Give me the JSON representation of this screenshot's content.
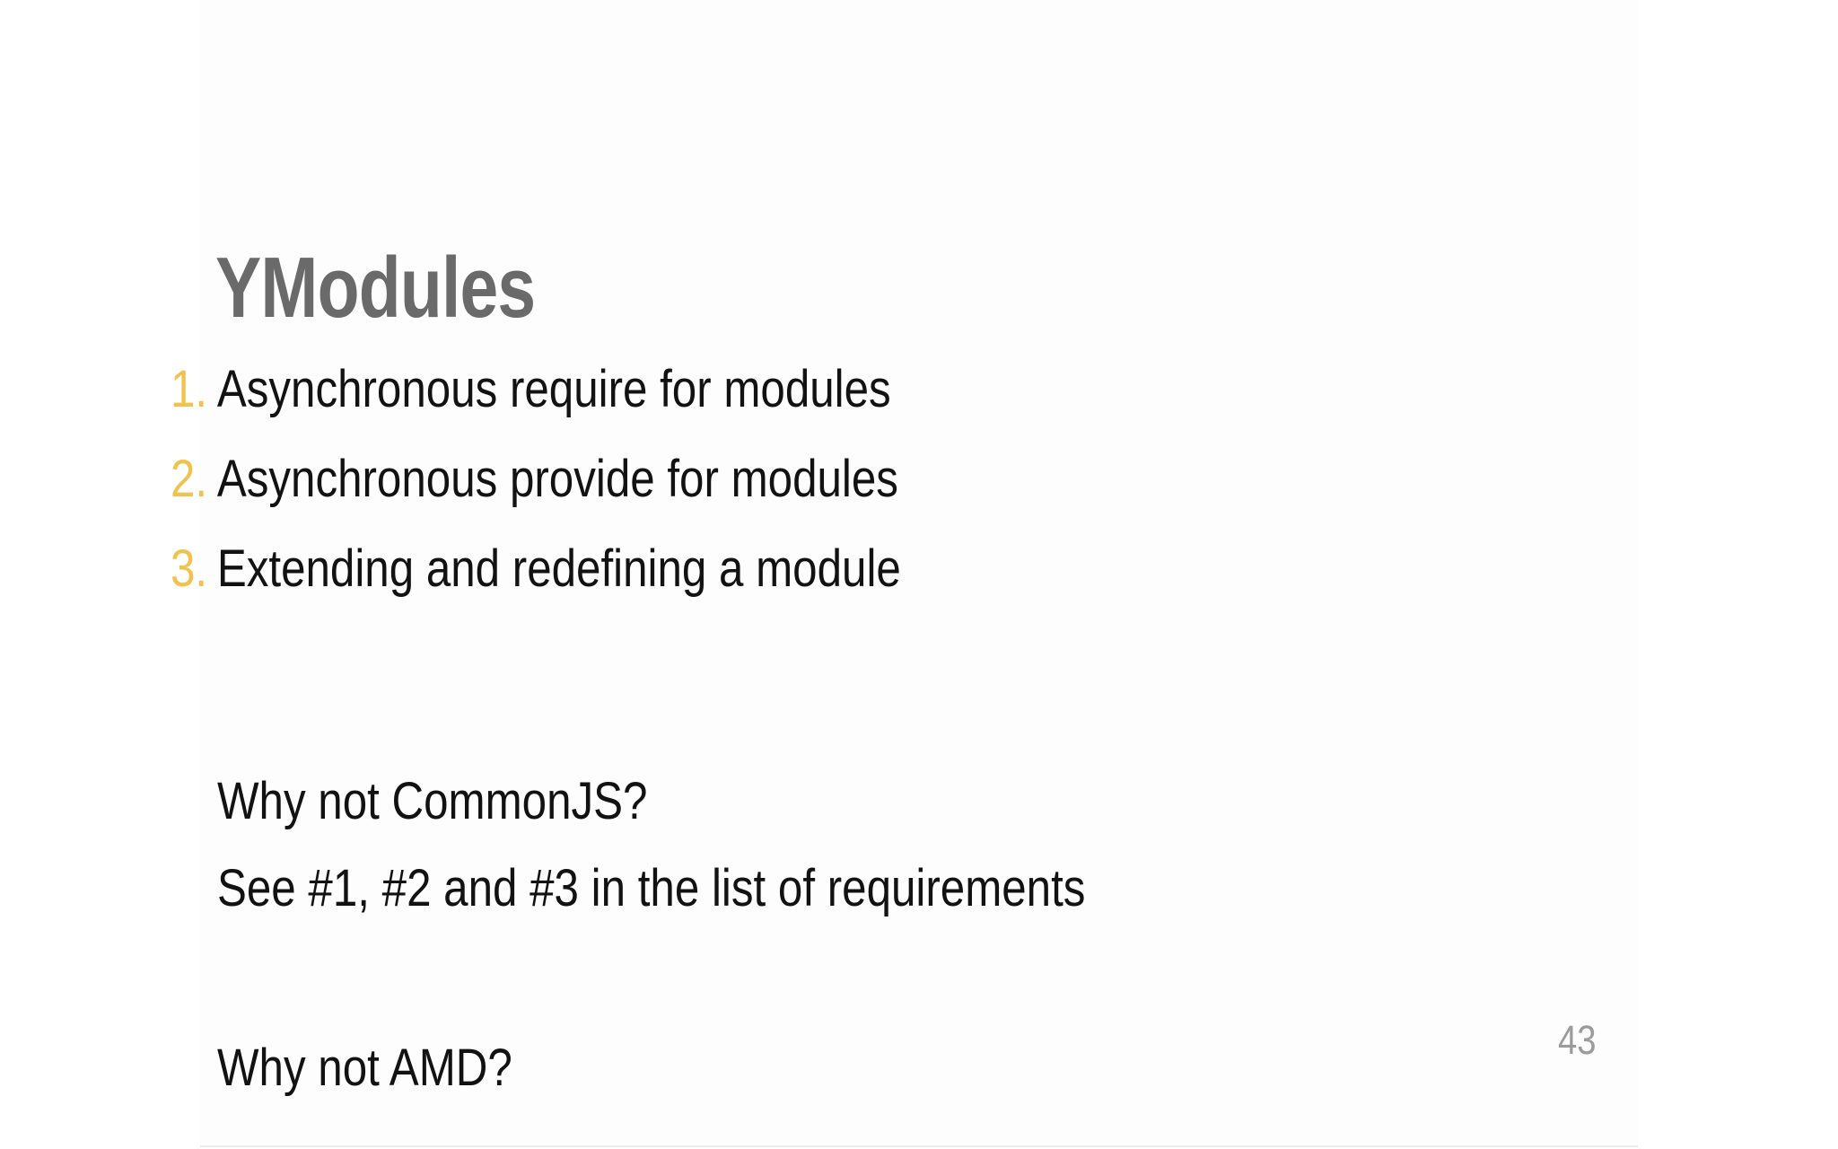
{
  "slide": {
    "title": "YModules",
    "list": {
      "items": [
        {
          "number": "1.",
          "text": "Asynchronous require for modules"
        },
        {
          "number": "2.",
          "text": "Asynchronous provide for modules"
        },
        {
          "number": "3.",
          "text": "Extending and redefining a module"
        }
      ]
    },
    "paragraphs": [
      "Why not CommonJS?",
      "See #1, #2 and #3 in the list of requirements",
      "Why not AMD?"
    ],
    "page_number": "43",
    "colors": {
      "title": "#6a6a6a",
      "body_text": "#121212",
      "list_number": "#efc34e",
      "page_number": "#9b9b9e",
      "background": "#ffffff"
    }
  }
}
